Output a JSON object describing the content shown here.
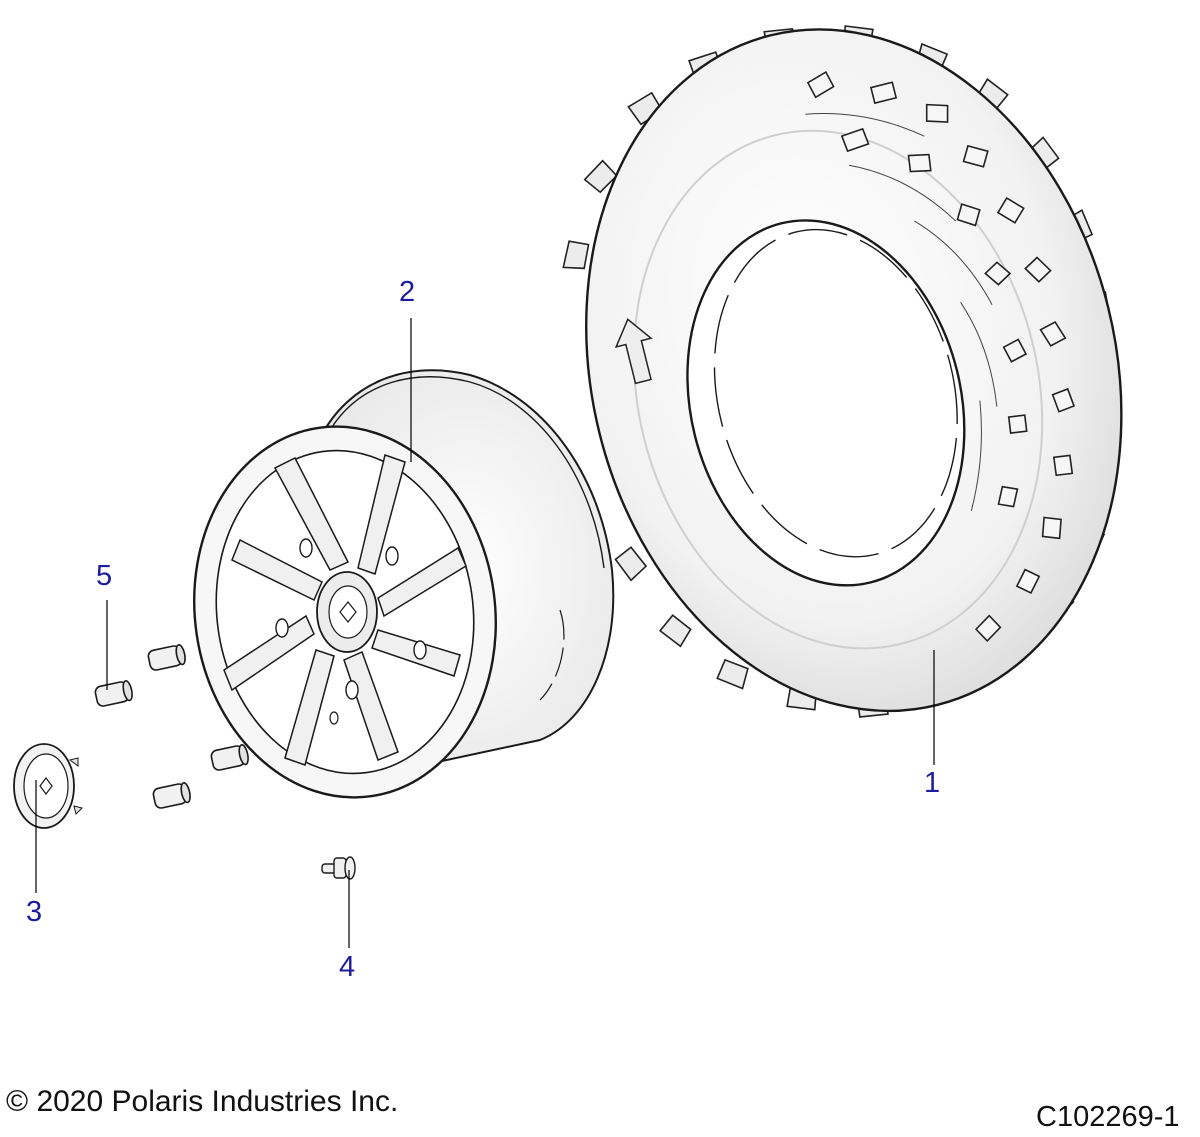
{
  "diagram": {
    "callouts": [
      {
        "id": "1",
        "part": "tire"
      },
      {
        "id": "2",
        "part": "wheel"
      },
      {
        "id": "3",
        "part": "center-cap"
      },
      {
        "id": "4",
        "part": "valve-stem"
      },
      {
        "id": "5",
        "part": "lug-nut"
      }
    ],
    "colors": {
      "callout": "#1c1c9c",
      "line": "#000000",
      "fill": "#f3f3f3"
    }
  },
  "footer": {
    "copyright": "© 2020 Polaris Industries Inc.",
    "drawing_number": "C102269-1"
  }
}
